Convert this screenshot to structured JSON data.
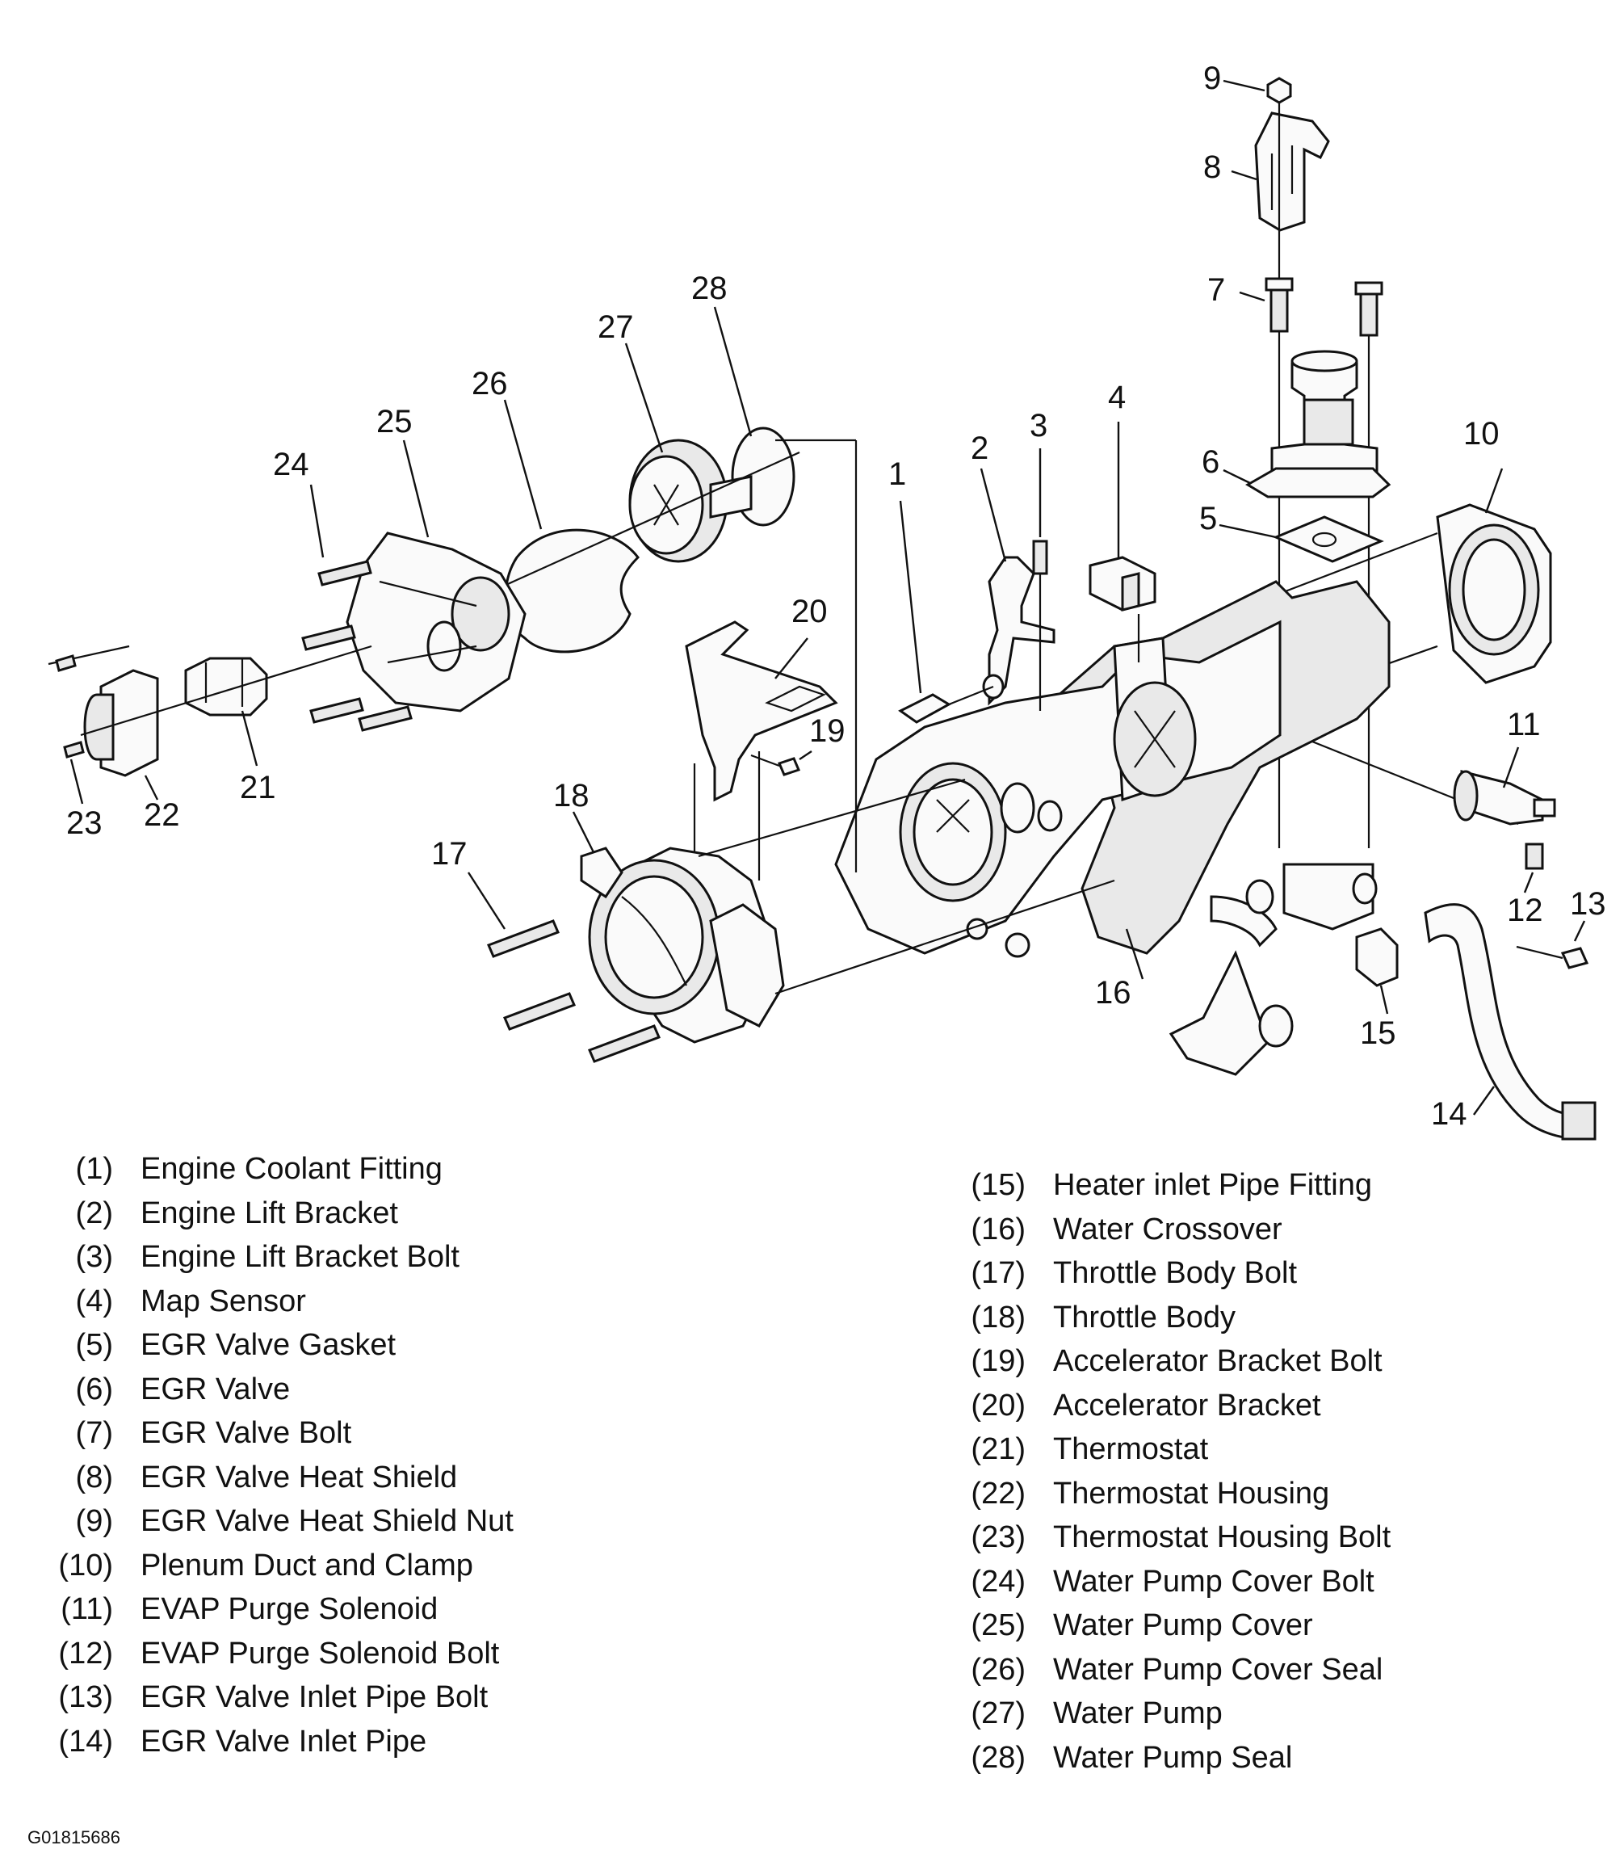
{
  "callouts": {
    "c1": "1",
    "c2": "2",
    "c3": "3",
    "c4": "4",
    "c5": "5",
    "c6": "6",
    "c7": "7",
    "c8": "8",
    "c9": "9",
    "c10": "10",
    "c11": "11",
    "c12": "12",
    "c13": "13",
    "c14": "14",
    "c15": "15",
    "c16": "16",
    "c17": "17",
    "c18": "18",
    "c19": "19",
    "c20": "20",
    "c21": "21",
    "c22": "22",
    "c23": "23",
    "c24": "24",
    "c25": "25",
    "c26": "26",
    "c27": "27",
    "c28": "28"
  },
  "legend_left": [
    {
      "num": "(1)",
      "name": "Engine Coolant Fitting"
    },
    {
      "num": "(2)",
      "name": "Engine Lift Bracket"
    },
    {
      "num": "(3)",
      "name": "Engine Lift Bracket Bolt"
    },
    {
      "num": "(4)",
      "name": "Map Sensor"
    },
    {
      "num": "(5)",
      "name": "EGR Valve Gasket"
    },
    {
      "num": "(6)",
      "name": "EGR Valve"
    },
    {
      "num": "(7)",
      "name": "EGR Valve Bolt"
    },
    {
      "num": "(8)",
      "name": "EGR Valve Heat Shield"
    },
    {
      "num": "(9)",
      "name": "EGR Valve Heat Shield Nut"
    },
    {
      "num": "(10)",
      "name": "Plenum Duct and Clamp"
    },
    {
      "num": "(11)",
      "name": "EVAP Purge Solenoid"
    },
    {
      "num": "(12)",
      "name": "EVAP Purge Solenoid Bolt"
    },
    {
      "num": "(13)",
      "name": "EGR Valve Inlet Pipe Bolt"
    },
    {
      "num": "(14)",
      "name": "EGR Valve Inlet Pipe"
    }
  ],
  "legend_right": [
    {
      "num": "(15)",
      "name": "Heater inlet Pipe Fitting"
    },
    {
      "num": "(16)",
      "name": "Water Crossover"
    },
    {
      "num": "(17)",
      "name": "Throttle Body Bolt"
    },
    {
      "num": "(18)",
      "name": "Throttle Body"
    },
    {
      "num": "(19)",
      "name": "Accelerator Bracket Bolt"
    },
    {
      "num": "(20)",
      "name": "Accelerator Bracket"
    },
    {
      "num": "(21)",
      "name": "Thermostat"
    },
    {
      "num": "(22)",
      "name": "Thermostat Housing"
    },
    {
      "num": "(23)",
      "name": "Thermostat Housing Bolt"
    },
    {
      "num": "(24)",
      "name": "Water Pump Cover Bolt"
    },
    {
      "num": "(25)",
      "name": "Water Pump Cover"
    },
    {
      "num": "(26)",
      "name": "Water Pump Cover Seal"
    },
    {
      "num": "(27)",
      "name": "Water Pump"
    },
    {
      "num": "(28)",
      "name": "Water Pump Seal"
    }
  ],
  "figure_id": "G01815686"
}
